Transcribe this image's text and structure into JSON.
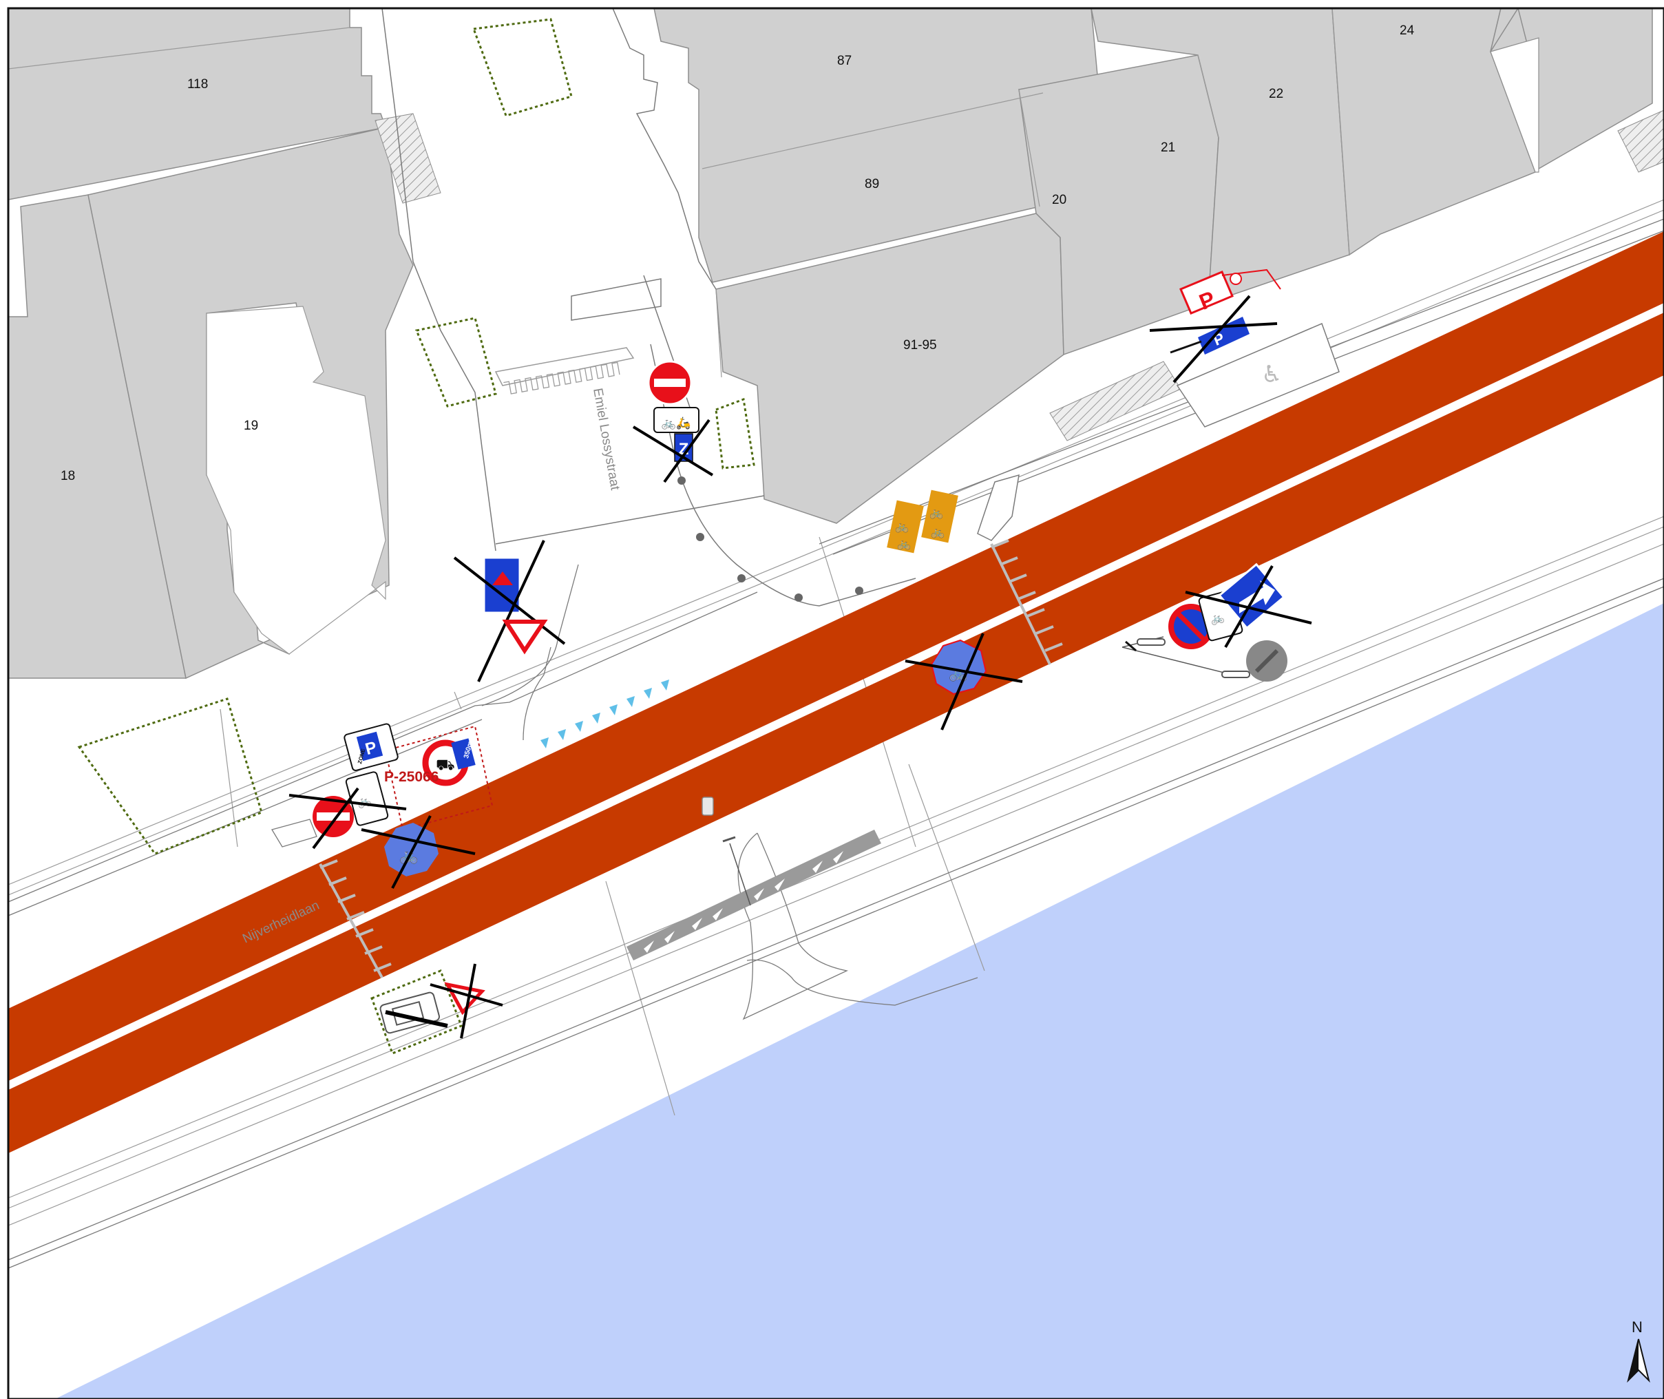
{
  "map": {
    "building_labels": [
      {
        "id": "118",
        "text": "118"
      },
      {
        "id": "19",
        "text": "19"
      },
      {
        "id": "18",
        "text": "18"
      },
      {
        "id": "87",
        "text": "87"
      },
      {
        "id": "89",
        "text": "89"
      },
      {
        "id": "91-95",
        "text": "91-95"
      },
      {
        "id": "20",
        "text": "20"
      },
      {
        "id": "21",
        "text": "21"
      },
      {
        "id": "22",
        "text": "22"
      },
      {
        "id": "24",
        "text": "24"
      }
    ],
    "street_labels": {
      "emiel": "Emiel Lossystraat",
      "main": "Nijverheidlaan"
    },
    "sign_code": "P-25066",
    "north_label": "N",
    "sign_texts": {
      "zone": "ZONE",
      "distance": "350m"
    },
    "colors": {
      "building": "#d0d0d0",
      "road": "#c73a00",
      "water": "#bfd0fb",
      "green_outline": "#4e6a10",
      "sign_red": "#e8101a",
      "sign_blue": "#1a3fd0",
      "bike_orange": "#e39a12",
      "removed_cross": "#000000"
    }
  }
}
